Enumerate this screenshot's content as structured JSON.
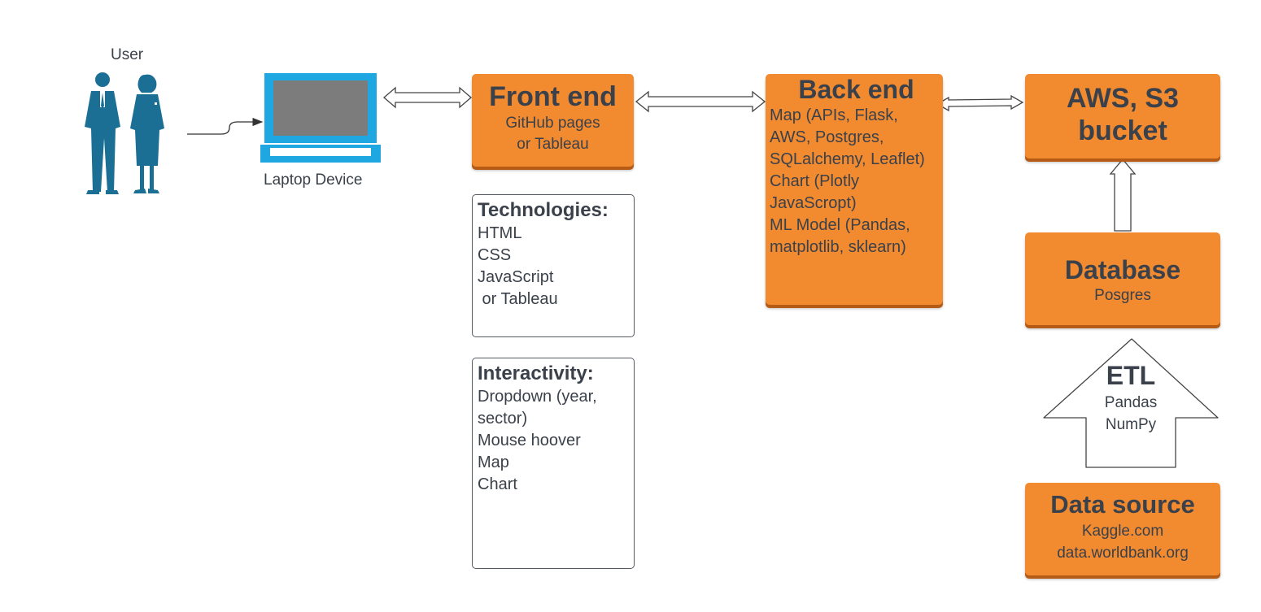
{
  "user": {
    "label": "User"
  },
  "laptop": {
    "label": "Laptop Device"
  },
  "front_end": {
    "title": "Front end",
    "lines": [
      "GitHub pages",
      "or Tableau"
    ]
  },
  "technologies": {
    "heading": "Technologies:",
    "items": [
      "HTML",
      "CSS",
      "JavaScript",
      " or Tableau"
    ]
  },
  "interactivity": {
    "heading": "Interactivity:",
    "items": [
      "Dropdown (year,",
      "sector)",
      "Mouse hoover",
      "Map",
      "Chart"
    ]
  },
  "back_end": {
    "title": "Back end",
    "lines": [
      "Map (APIs, Flask,",
      "AWS, Postgres,",
      "SQLalchemy, Leaflet)",
      "Chart (Plotly",
      "JavaScropt)",
      "ML Model (Pandas,",
      "matplotlib, sklearn)"
    ]
  },
  "aws": {
    "title_lines": [
      "AWS, S3",
      "bucket"
    ]
  },
  "database": {
    "title": "Database",
    "sub": "Posgres"
  },
  "etl": {
    "title": "ETL",
    "lines": [
      "Pandas",
      "NumPy"
    ]
  },
  "data_source": {
    "title": "Data source",
    "lines": [
      "Kaggle.com",
      "data.worldbank.org"
    ]
  },
  "colors": {
    "orange": "#f28a30",
    "laptop_blue": "#1ea7e0",
    "figure_blue": "#1b6f95",
    "text": "#3a414a"
  }
}
